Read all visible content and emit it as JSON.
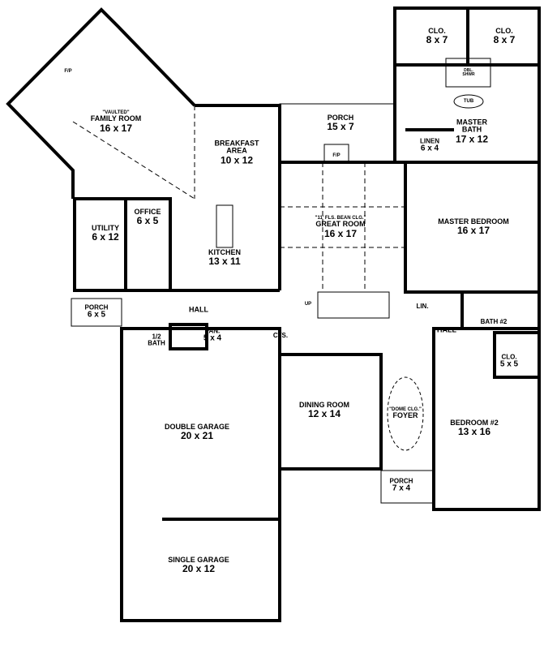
{
  "plan": {
    "rooms": [
      {
        "note": "\"VAULTED\"",
        "name": "FAMILY ROOM",
        "dims": "16 x 17"
      },
      {
        "name": "BREAKFAST AREA",
        "dims": "10 x 12"
      },
      {
        "name": "PORCH",
        "dims": "15 x 7"
      },
      {
        "name": "CLO.",
        "dims": "8 x 7"
      },
      {
        "name": "CLO.",
        "dims": "8 x 7"
      },
      {
        "name": "MASTER BATH",
        "dims": "17 x 12"
      },
      {
        "name": "LINEN",
        "dims": "6 x 4"
      },
      {
        "name": "UTILITY",
        "dims": "6 x 12"
      },
      {
        "name": "OFFICE",
        "dims": "6 x 5"
      },
      {
        "name": "KITCHEN",
        "dims": "13 x 11"
      },
      {
        "note": "\"11' FLS. BEAN CLG.\"",
        "name": "GREAT ROOM",
        "dims": "16 x 17"
      },
      {
        "name": "MASTER BEDROOM",
        "dims": "16 x 17"
      },
      {
        "name": "PORCH",
        "dims": "6 x 5"
      },
      {
        "name": "HALL"
      },
      {
        "name": "1/2 BATH"
      },
      {
        "name": "PAN.",
        "dims": "5 x 4"
      },
      {
        "name": "CTS."
      },
      {
        "name": "LIN."
      },
      {
        "name": "HALL"
      },
      {
        "name": "BATH #2"
      },
      {
        "name": "CLO.",
        "dims": "5 x 5"
      },
      {
        "name": "DOUBLE GARAGE",
        "dims": "20 x 21"
      },
      {
        "name": "DINING ROOM",
        "dims": "12 x 14"
      },
      {
        "note": "\"DOME CLG.\"",
        "name": "FOYER"
      },
      {
        "name": "BEDROOM #2",
        "dims": "13 x 16"
      },
      {
        "name": "PORCH",
        "dims": "7 x 4"
      },
      {
        "name": "SINGLE GARAGE",
        "dims": "20 x 12"
      }
    ],
    "fixtures": {
      "fireplace": "F/P",
      "tub": "TUB",
      "shower": "DBL. SHWR",
      "stairs": "UP"
    }
  }
}
